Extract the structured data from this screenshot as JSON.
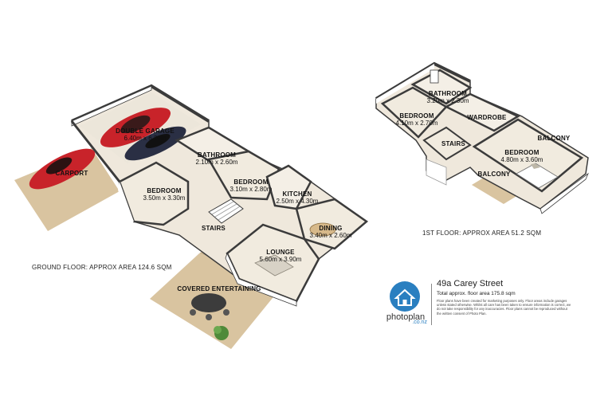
{
  "ground_floor": {
    "area_label": "GROUND FLOOR: APPROX AREA 124.6 SQM",
    "rooms": [
      {
        "key": "double-garage",
        "name": "DOUBLE GARAGE",
        "dims": "6.40m x 6.20m"
      },
      {
        "key": "carport",
        "name": "CARPORT",
        "dims": ""
      },
      {
        "key": "bathroom",
        "name": "BATHROOM",
        "dims": "2.10m x 2.60m"
      },
      {
        "key": "bedroom-west",
        "name": "BEDROOM",
        "dims": "3.50m x 3.30m"
      },
      {
        "key": "bedroom-central",
        "name": "BEDROOM",
        "dims": "3.10m x 2.80m"
      },
      {
        "key": "kitchen",
        "name": "KITCHEN",
        "dims": "2.50m x 4.30m"
      },
      {
        "key": "stairs",
        "name": "STAIRS",
        "dims": ""
      },
      {
        "key": "dining",
        "name": "DINING",
        "dims": "3.40m x 2.60m"
      },
      {
        "key": "lounge",
        "name": "LOUNGE",
        "dims": "5.60m x 3.90m"
      },
      {
        "key": "covered-entertaining",
        "name": "COVERED ENTERTAINING",
        "dims": ""
      }
    ]
  },
  "first_floor": {
    "area_label": "1ST FLOOR: APPROX AREA 51.2 SQM",
    "rooms": [
      {
        "key": "bathroom",
        "name": "BATHROOM",
        "dims": "3.20m x 2.30m"
      },
      {
        "key": "bedroom-west",
        "name": "BEDROOM",
        "dims": "4.10m x 2.70m"
      },
      {
        "key": "wardrobe",
        "name": "WARDROBE",
        "dims": ""
      },
      {
        "key": "stairs",
        "name": "STAIRS",
        "dims": ""
      },
      {
        "key": "balcony-east",
        "name": "BALCONY",
        "dims": ""
      },
      {
        "key": "bedroom-east",
        "name": "BEDROOM",
        "dims": "4.80m x 3.60m"
      },
      {
        "key": "balcony-south",
        "name": "BALCONY",
        "dims": ""
      }
    ]
  },
  "branding": {
    "logo_word": "photoplan",
    "logo_suffix": ".co.nz",
    "address": "49a Carey Street",
    "total_area": "Total approx. floor area 175.8 sqm",
    "disclaimer": "Floor plans have been created for marketing purposes only. Floor areas include garages unless stated otherwise. Whilst all care has been taken to ensure information is correct, we do not take responsibility for any inaccuracies. Floor plans cannot be reproduced without the written consent of Photo Plan."
  },
  "colors": {
    "floor": "#efe8dc",
    "wall_top": "#3b3b3b",
    "wall_face": "#ffffff",
    "deck": "#d9c4a0",
    "car_red": "#c8232a",
    "logo_blue": "#2a7fc0"
  }
}
